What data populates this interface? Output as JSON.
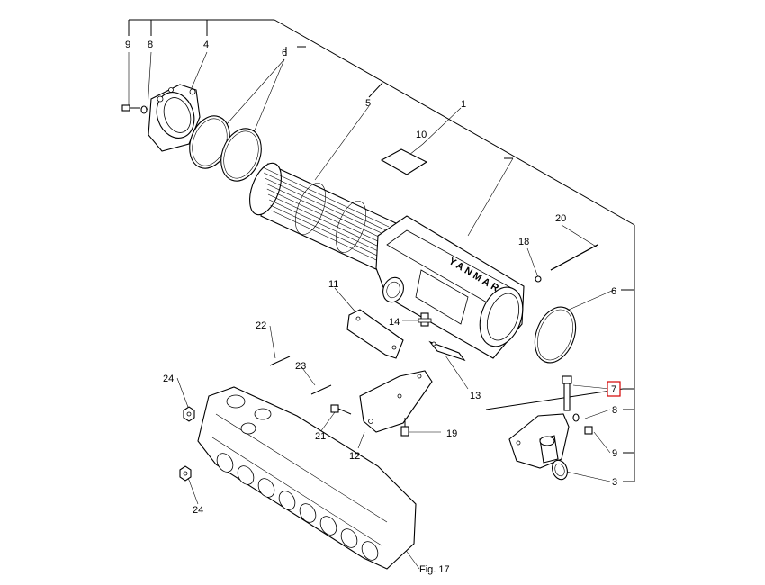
{
  "diagram": {
    "callouts": {
      "c1": "1",
      "c3": "3",
      "c4": "4",
      "c5": "5",
      "c6a": "6",
      "c6b": "6",
      "c7": "7",
      "c8a": "8",
      "c8b": "8",
      "c9a": "9",
      "c9b": "9",
      "c10": "10",
      "c11": "11",
      "c12": "12",
      "c13": "13",
      "c14": "14",
      "c18": "18",
      "c19": "19",
      "c20": "20",
      "c21": "21",
      "c22": "22",
      "c23": "23",
      "c24a": "24",
      "c24b": "24"
    },
    "brand": "YANMAR",
    "figure_ref": "Fig. 17",
    "highlighted_callout": "7",
    "highlight_color": "#d40000"
  }
}
